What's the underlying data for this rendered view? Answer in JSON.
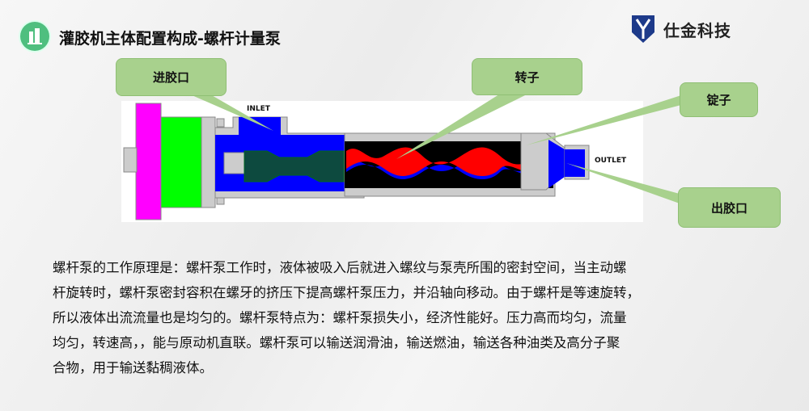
{
  "header": {
    "title": "灌胶机主体配置构成-螺杆计量泵",
    "logo_text": "仕金科技",
    "icon": "building-chart-icon"
  },
  "diagram": {
    "inlet_label": "INLET",
    "outlet_label": "OUTLET",
    "callouts": {
      "inlet": "进胶口",
      "rotor": "转子",
      "stator": "锭子",
      "outlet": "出胶口"
    }
  },
  "description": {
    "lines": [
      "螺杆泵的工作原理是：螺杆泵工作时，液体被吸入后就进入螺纹与泵壳所围的密封空间，当主动螺",
      "杆旋转时，螺杆泵密封容积在螺牙的挤压下提高螺杆泵压力，并沿轴向移动。由于螺杆是等速旋转，",
      "所以液体出流流量也是均匀的。螺杆泵特点为：螺杆泵损失小，经济性能好。压力高而均匀，流量",
      "均匀，转速高，，能与原动机直联。螺杆泵可以输送润滑油，输送燃油，输送各种油类及高分子聚",
      "合物，用于输送黏稠液体。"
    ]
  },
  "colors": {
    "callout": "#a8d18d",
    "blue": "#0000ff",
    "red": "#ff0000",
    "magenta": "#ff00ff",
    "green": "#00ff00"
  }
}
